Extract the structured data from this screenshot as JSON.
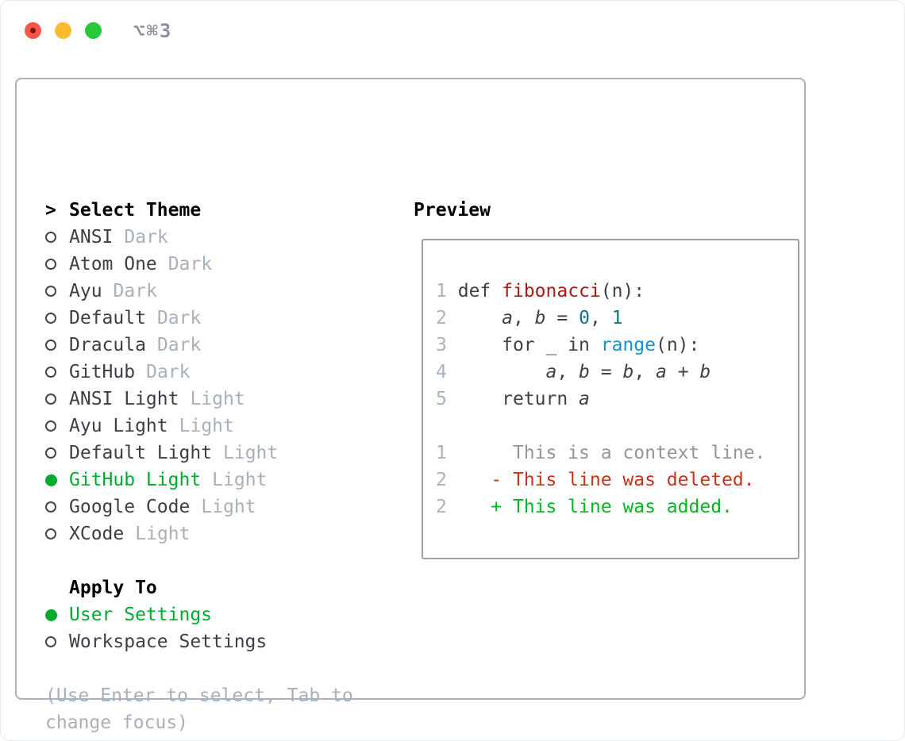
{
  "window": {
    "shortcut": "⌥⌘3",
    "traffic_lights": [
      "close",
      "minimize",
      "zoom"
    ]
  },
  "colors": {
    "selection_green": "#00ab2e",
    "added_green": "#00b81f",
    "deleted_red": "#c9301d",
    "function_red": "#a71d12",
    "number_teal": "#0d7680",
    "builtin_blue": "#1592d0",
    "muted_gray": "#a8b0ba",
    "text_dark": "#3c4046",
    "panel_border": "#aab2bc",
    "traffic_red": "#f5554b",
    "traffic_yellow": "#fcbb2f",
    "traffic_green": "#27c83c"
  },
  "theme": {
    "caret": ">",
    "title": "Select Theme",
    "items": [
      {
        "name": "ANSI",
        "variant": "Dark",
        "selected": false
      },
      {
        "name": "Atom One",
        "variant": "Dark",
        "selected": false
      },
      {
        "name": "Ayu",
        "variant": "Dark",
        "selected": false
      },
      {
        "name": "Default",
        "variant": "Dark",
        "selected": false
      },
      {
        "name": "Dracula",
        "variant": "Dark",
        "selected": false
      },
      {
        "name": "GitHub",
        "variant": "Dark",
        "selected": false
      },
      {
        "name": "ANSI Light",
        "variant": "Light",
        "selected": false
      },
      {
        "name": "Ayu Light",
        "variant": "Light",
        "selected": false
      },
      {
        "name": "Default Light",
        "variant": "Light",
        "selected": false
      },
      {
        "name": "GitHub Light",
        "variant": "Light",
        "selected": true
      },
      {
        "name": "Google Code",
        "variant": "Light",
        "selected": false
      },
      {
        "name": "XCode",
        "variant": "Light",
        "selected": false
      }
    ],
    "apply_to": {
      "title": "Apply To",
      "options": [
        {
          "label": "User Settings",
          "selected": true
        },
        {
          "label": "Workspace Settings",
          "selected": false
        }
      ]
    },
    "hint_lines": [
      "(Use Enter to select, Tab to",
      "change focus)"
    ]
  },
  "preview": {
    "title": "Preview",
    "code_lines": [
      {
        "num": "1",
        "tokens": [
          [
            " ",
            "t"
          ],
          [
            "def ",
            "t"
          ],
          [
            "fibonacci",
            "fn"
          ],
          [
            "(n):",
            "t"
          ]
        ]
      },
      {
        "num": "2",
        "tokens": [
          [
            "     ",
            "t"
          ],
          [
            "a",
            "var"
          ],
          [
            ", ",
            "t"
          ],
          [
            "b",
            "var"
          ],
          [
            " = ",
            "t"
          ],
          [
            "0",
            "lit"
          ],
          [
            ", ",
            "t"
          ],
          [
            "1",
            "lit"
          ]
        ]
      },
      {
        "num": "3",
        "tokens": [
          [
            "     for _ in ",
            "t"
          ],
          [
            "range",
            "bi"
          ],
          [
            "(n):",
            "t"
          ]
        ]
      },
      {
        "num": "4",
        "tokens": [
          [
            "         ",
            "t"
          ],
          [
            "a",
            "var"
          ],
          [
            ", ",
            "t"
          ],
          [
            "b",
            "var"
          ],
          [
            " = ",
            "t"
          ],
          [
            "b",
            "var"
          ],
          [
            ", ",
            "t"
          ],
          [
            "a",
            "var"
          ],
          [
            " + ",
            "t"
          ],
          [
            "b",
            "var"
          ]
        ]
      },
      {
        "num": "5",
        "tokens": [
          [
            "     return ",
            "t"
          ],
          [
            "a",
            "var"
          ]
        ]
      },
      {
        "num": "",
        "tokens": []
      },
      {
        "num": "1",
        "tokens": [
          [
            "      This is a context line.",
            "ctx"
          ]
        ]
      },
      {
        "num": "2",
        "tokens": [
          [
            "    ",
            "t"
          ],
          [
            "- This line was deleted.",
            "del"
          ]
        ]
      },
      {
        "num": "2",
        "tokens": [
          [
            "    ",
            "t"
          ],
          [
            "+ This line was added.",
            "add"
          ]
        ]
      }
    ]
  }
}
